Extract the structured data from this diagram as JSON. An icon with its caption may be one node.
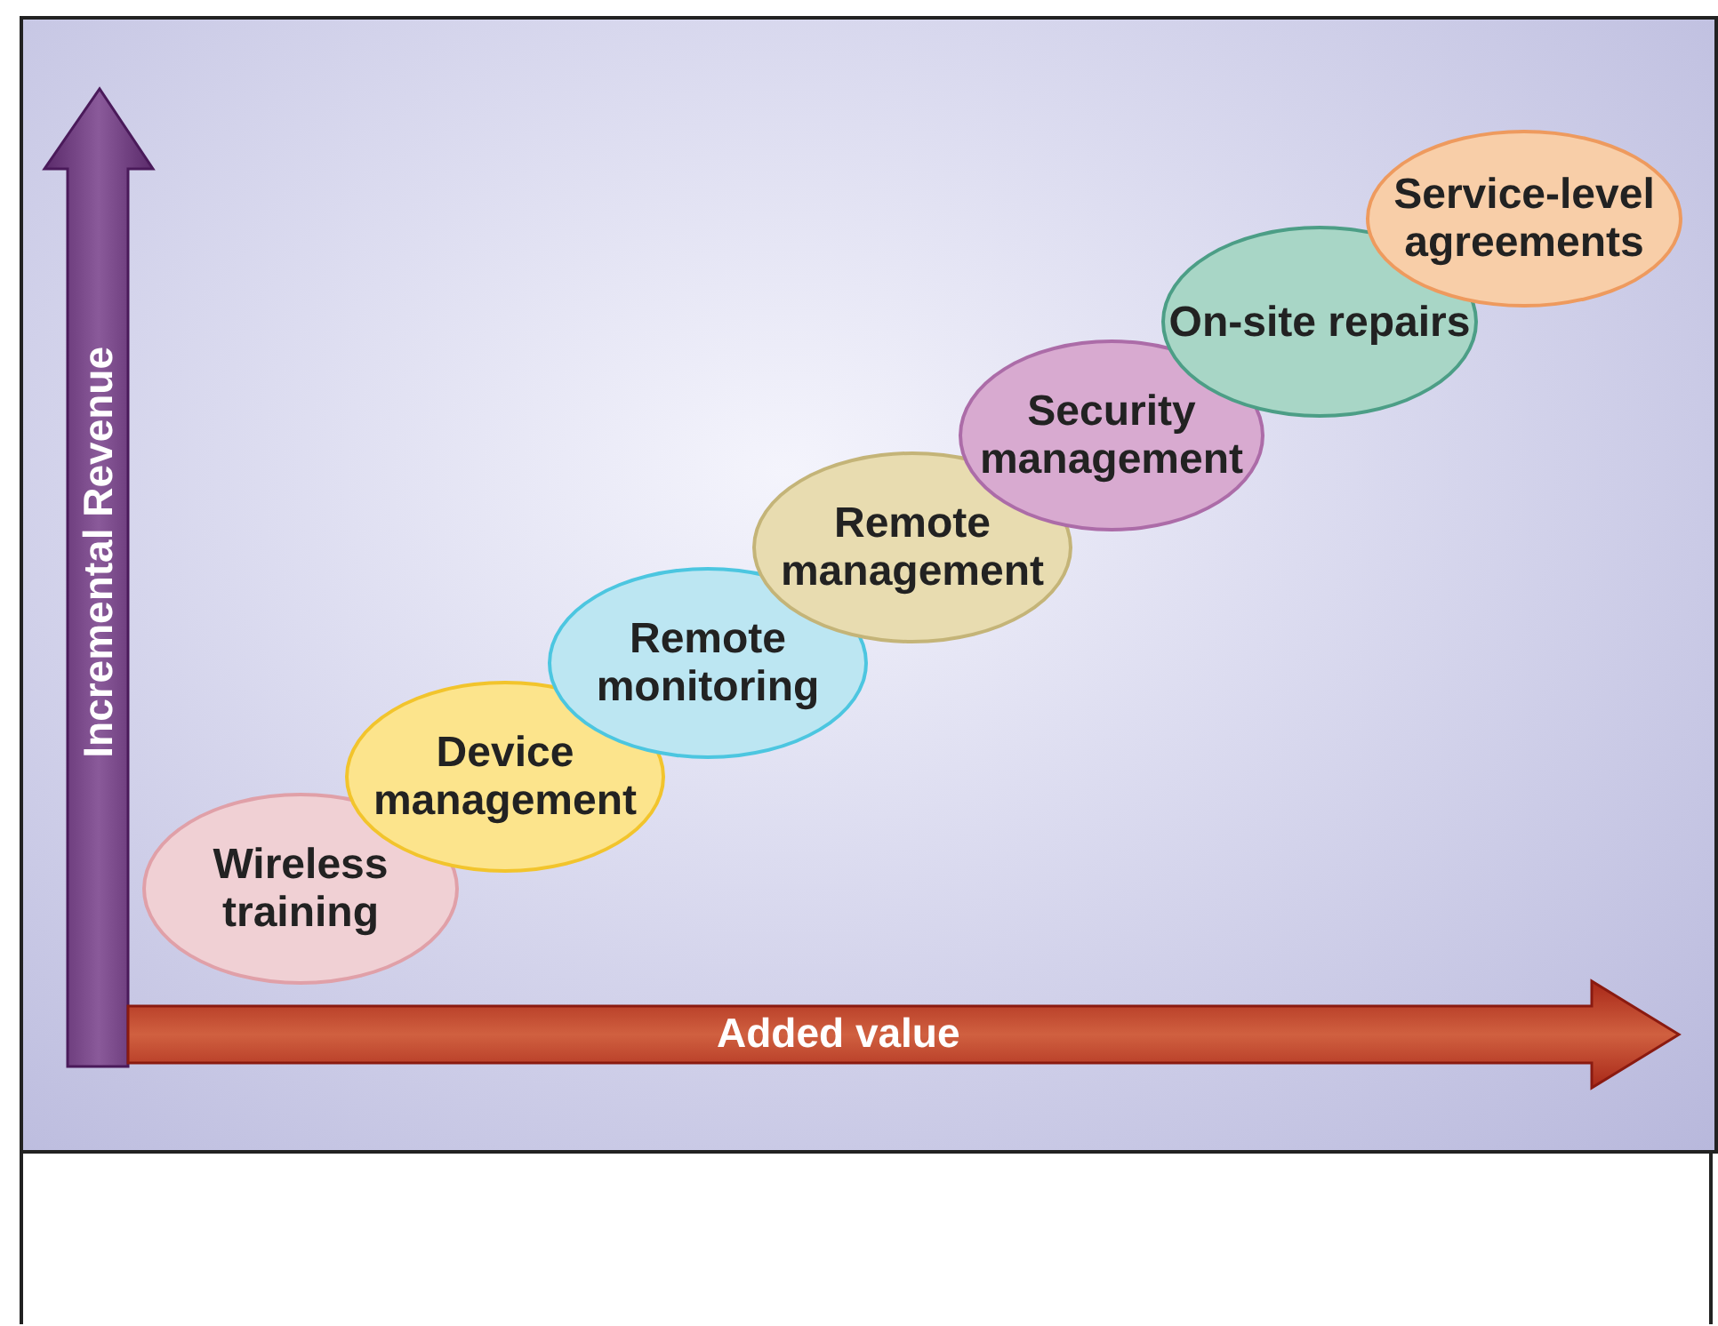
{
  "diagram": {
    "nodes": [
      {
        "text": [
          "Wireless training"
        ]
      },
      {
        "text": [
          "Device management"
        ]
      },
      {
        "text": [
          "Remote monitoring"
        ]
      },
      {
        "text": [
          "Remote management"
        ]
      },
      {
        "text": [
          "Security management"
        ]
      },
      {
        "text": [
          "On-site repairs"
        ]
      },
      {
        "text": [
          "Service-level agreements"
        ]
      }
    ],
    "edges": [],
    "labels": [
      "Incremental Revenue",
      "Added value"
    ]
  }
}
